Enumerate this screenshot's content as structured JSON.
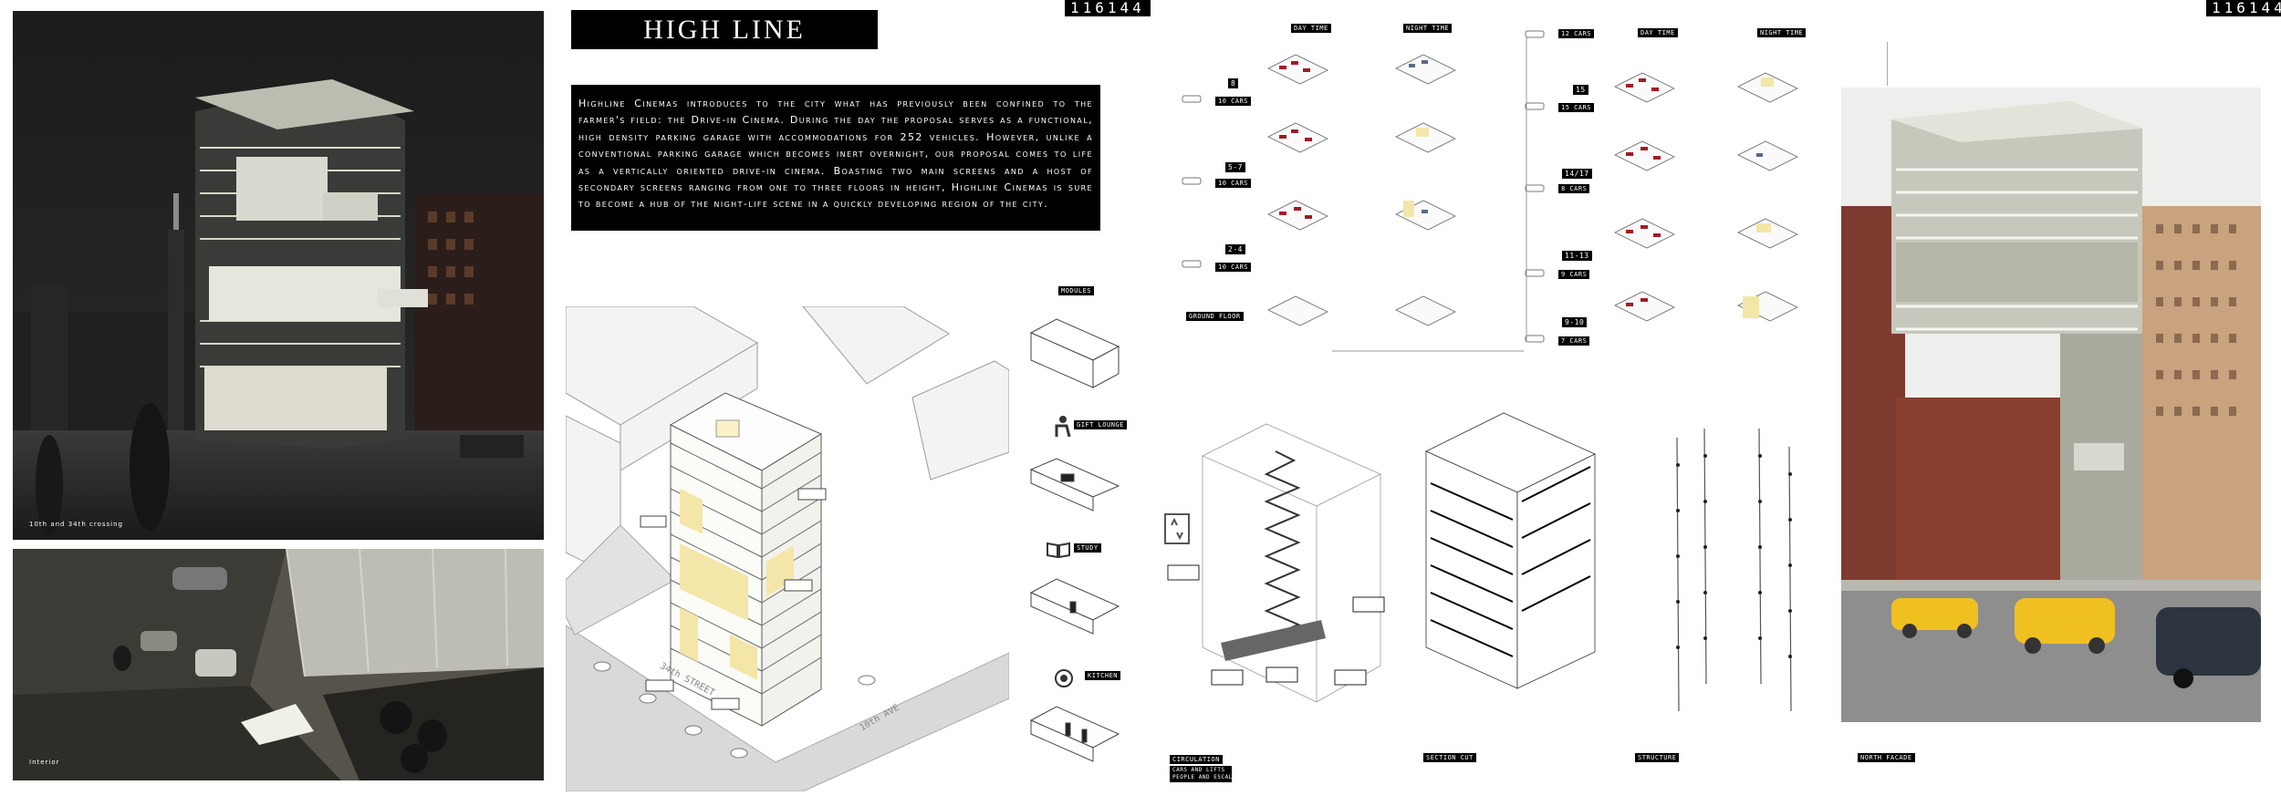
{
  "project_code": "116144",
  "title": "HIGH LINE CINEMAS",
  "description": "Highline Cinemas introduces to the city what has previously been confined to the farmer's field: the Drive-in Cinema. During the day the proposal serves as a functional, high density parking garage with accommodations for 252 vehicles. However, unlike a conventional parking garage which becomes inert overnight, our proposal comes to life as a vertically oriented drive-in cinema. Boasting two main screens and a host of secondary screens ranging from one to three floors in height, Highline Cinemas is sure to become a hub of the night-life scene in a quickly developing region of the city.",
  "photos": {
    "night_render_caption": "10th and 34th crossing",
    "interior_caption": "Interior"
  },
  "plans": {
    "left_headers": {
      "day": "DAY TIME",
      "night": "NIGHT TIME"
    },
    "right_headers": {
      "day": "DAY TIME",
      "night": "NIGHT TIME"
    },
    "left_floors": [
      {
        "floor": "8",
        "cars": "10 CARS"
      },
      {
        "floor": "5-7",
        "cars": "10 CARS"
      },
      {
        "floor": "2-4",
        "cars": "10 CARS"
      },
      {
        "floor": "GROUND FLOOR",
        "cars": ""
      }
    ],
    "right_floors": [
      {
        "floor": "15",
        "cars": "15 CARS"
      },
      {
        "floor": "14/17",
        "cars": "8 CARS"
      },
      {
        "floor": "11-13",
        "cars": "9 CARS"
      },
      {
        "floor": "9-10",
        "cars": "7 CARS"
      }
    ],
    "top_right_cars": "12 CARS"
  },
  "modules": {
    "header": "MODULES",
    "items": [
      {
        "name": "gift lounge",
        "icon": "person-lounge-icon"
      },
      {
        "name": "study",
        "icon": "book-icon"
      },
      {
        "name": "kitchen",
        "icon": "plate-icon"
      }
    ]
  },
  "axon": {
    "street_34": "34th STREET",
    "avenue_10": "10th AVE"
  },
  "diagrams": {
    "circulation": "CIRCULATION",
    "circulation_note": "CARS AND LIFTS\nPEOPLE AND ESCALATORS",
    "section": "SECTION CUT",
    "structure": "STRUCTURE",
    "facade": "NORTH FACADE"
  },
  "colors": {
    "accent": "#f4e6a8",
    "car_red": "#a01c24",
    "ink": "#000000"
  }
}
